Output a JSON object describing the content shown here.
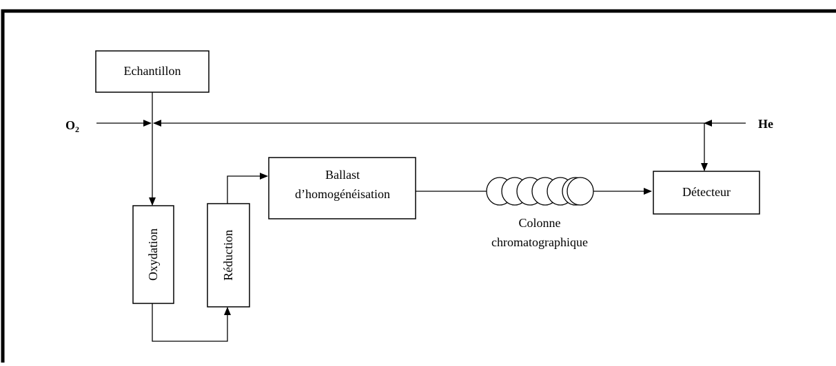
{
  "diagram": {
    "inputs": {
      "oxygen_main": "O",
      "oxygen_sub": "2",
      "helium": "He"
    },
    "nodes": {
      "sample": "Echantillon",
      "oxidation": "Oxydation",
      "reduction": "Réduction",
      "ballast_line1": "Ballast",
      "ballast_line2": "d’homogénéisation",
      "column_line1": "Colonne",
      "column_line2": "chromatographique",
      "detector": "Détecteur"
    }
  }
}
